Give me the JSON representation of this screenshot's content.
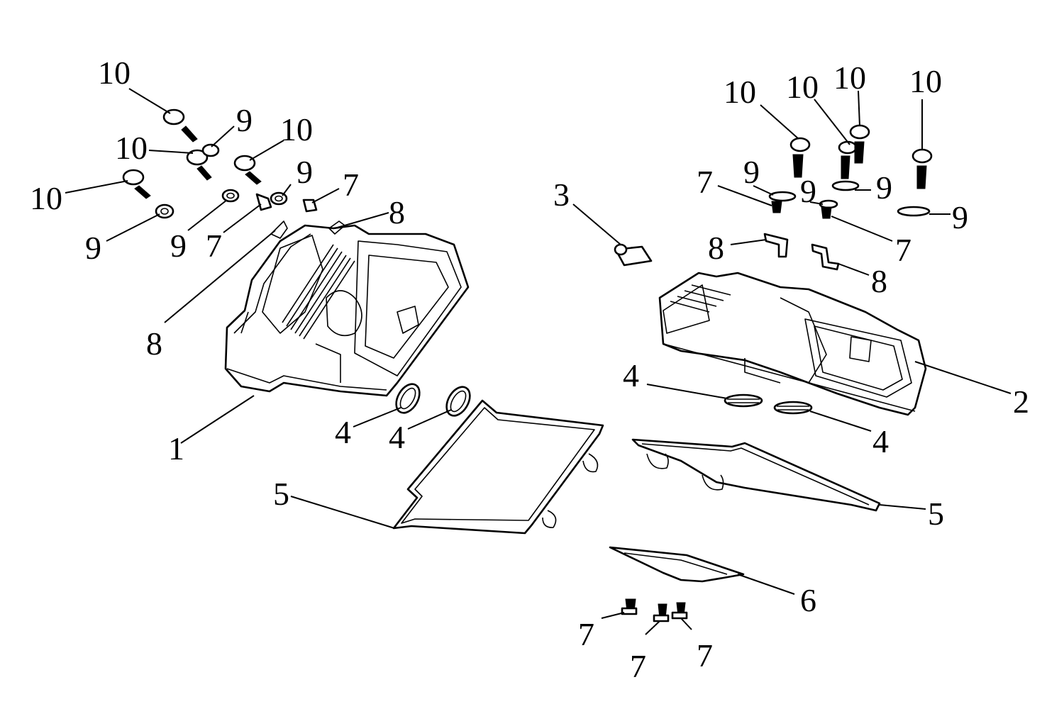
{
  "diagram": {
    "labels": {
      "l1": "1",
      "l2": "2",
      "l3": "3",
      "l4a": "4",
      "l4b": "4",
      "l4c": "4",
      "l4d": "4",
      "l5a": "5",
      "l5b": "5",
      "l6": "6",
      "l7a": "7",
      "l7b": "7",
      "l7c": "7",
      "l7d": "7",
      "l7e": "7",
      "l7f": "7",
      "l7g": "7",
      "l8a": "8",
      "l8b": "8",
      "l8c": "8",
      "l8d": "8",
      "l9a": "9",
      "l9b": "9",
      "l9c": "9",
      "l9d": "9",
      "l9e": "9",
      "l9f": "9",
      "l9g": "9",
      "l9h": "9",
      "l10a": "10",
      "l10b": "10",
      "l10c": "10",
      "l10d": "10",
      "l10e": "10",
      "l10f": "10",
      "l10g": "10",
      "l10h": "10"
    }
  }
}
